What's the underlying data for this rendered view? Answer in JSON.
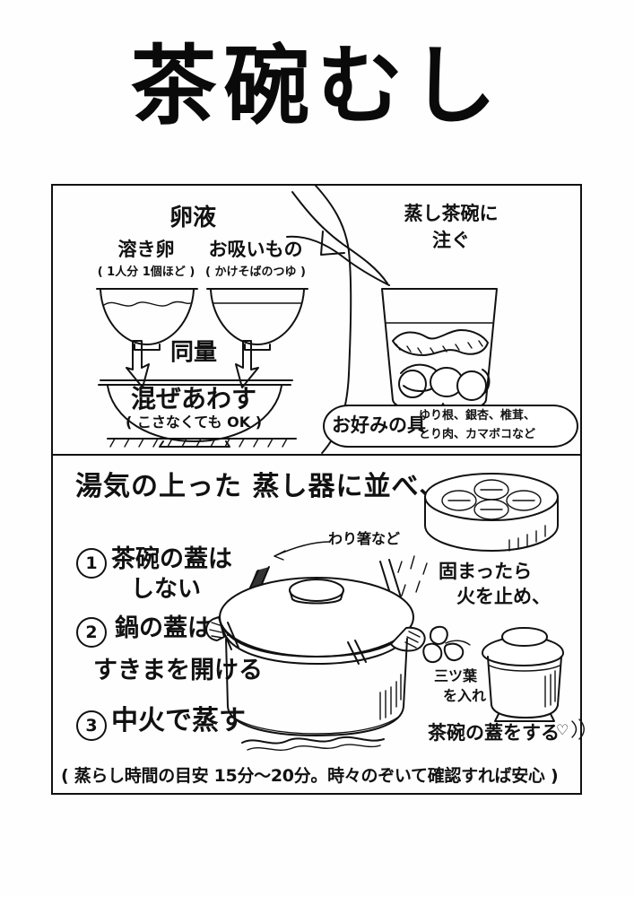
{
  "document": {
    "title": "茶碗むし",
    "language": "ja",
    "kind": "handwritten-recipe-illustration"
  },
  "panel_top": {
    "egg_mixture_heading": "卵液",
    "left_bowl": {
      "label": "溶き卵",
      "note": "( 1人分 1個ほど )"
    },
    "right_bowl": {
      "label": "お吸いもの",
      "note": "( かけそばのつゆ )"
    },
    "equal_amount_label": "同量",
    "mix_bowl": {
      "label": "混ぜあわす",
      "note": "( こさなくても OK )"
    },
    "pour_note_line1": "蒸し茶碗に",
    "pour_note_line2": "注ぐ",
    "ingredients_bubble": {
      "label": "お好みの具",
      "items_line1": "ゆり根、銀杏、椎茸、",
      "items_line2": "とり肉、カマボコなど"
    }
  },
  "panel_bottom": {
    "heading": "湯気の上った 蒸し器に並べ、",
    "chopstick_note": "わり箸など",
    "steps": [
      {
        "number": "1",
        "line1": "茶碗の蓋は",
        "line2": "しない"
      },
      {
        "number": "2",
        "line1": "鍋の蓋は",
        "line2": "すきまを開ける"
      },
      {
        "number": "3",
        "line1": "中火で蒸す",
        "line2": ""
      }
    ],
    "set_note_line1": "固まったら",
    "set_note_line2": "火を止め、",
    "mitsuba_line1": "三ツ葉",
    "mitsuba_line2": "を入れ",
    "lid_note": "茶碗の蓋をする",
    "lid_note_heart": "♡",
    "footer_note": "( 蒸らし時間の目安 15分～20分。時々のぞいて確認すれば安心 )"
  },
  "colors": {
    "ink": "#111111",
    "paper": "#ffffff"
  }
}
